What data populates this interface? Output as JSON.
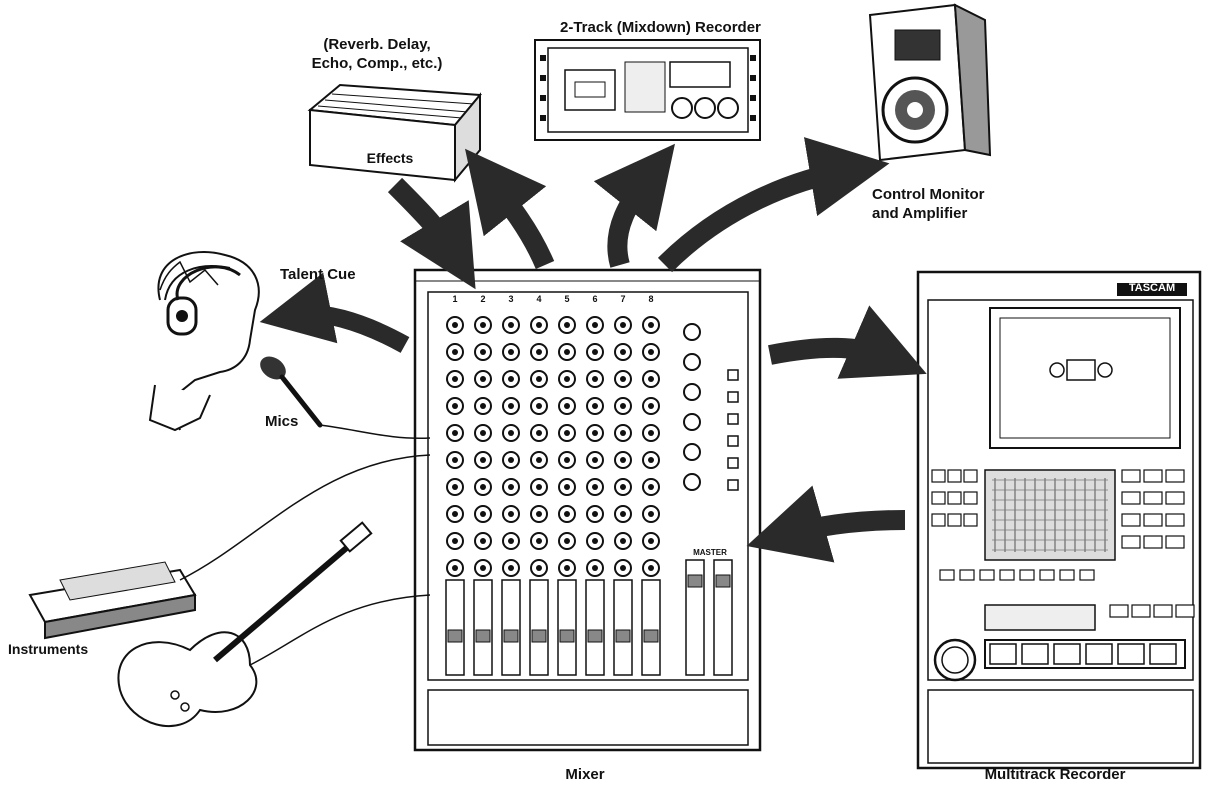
{
  "labels": {
    "effects_note_line1": "(Reverb. Delay,",
    "effects_note_line2": "Echo, Comp., etc.)",
    "effects_box": "Effects",
    "two_track": "2-Track (Mixdown) Recorder",
    "monitor_line1": "Control Monitor",
    "monitor_line2": "and Amplifier",
    "talent_cue": "Talent Cue",
    "mics": "Mics",
    "instruments": "Instruments",
    "mixer": "Mixer",
    "multitrack": "Multitrack Recorder",
    "tascam": "TASCAM",
    "mixer_master": "MASTER",
    "mixer_channels": [
      "1",
      "2",
      "3",
      "4",
      "5",
      "6",
      "7",
      "8"
    ]
  },
  "colors": {
    "ink": "#111111",
    "arrow": "#2a2a2a",
    "paper": "#ffffff"
  }
}
